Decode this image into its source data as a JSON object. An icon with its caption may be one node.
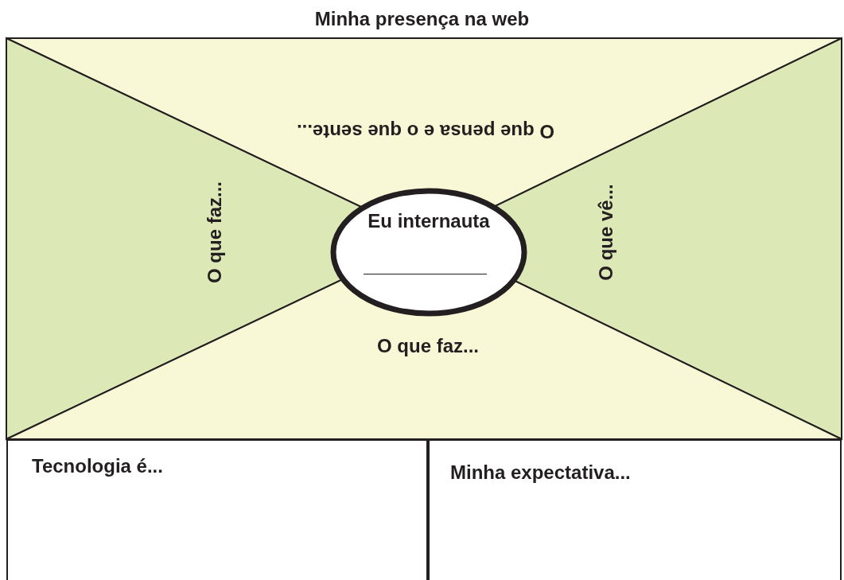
{
  "diagram": {
    "title": "Minha presença na web",
    "nodes": [
      {
        "text": [
          "O que pensa e o que sente..."
        ]
      },
      {
        "text": [
          "O que faz..."
        ]
      },
      {
        "text": [
          "Eu internauta"
        ]
      },
      {
        "text": [
          "O que vê..."
        ]
      },
      {
        "text": [
          "O que faz..."
        ]
      },
      {
        "text": [
          "Tecnologia é..."
        ]
      },
      {
        "text": [
          "Minha expectativa..."
        ]
      }
    ],
    "edges": []
  }
}
